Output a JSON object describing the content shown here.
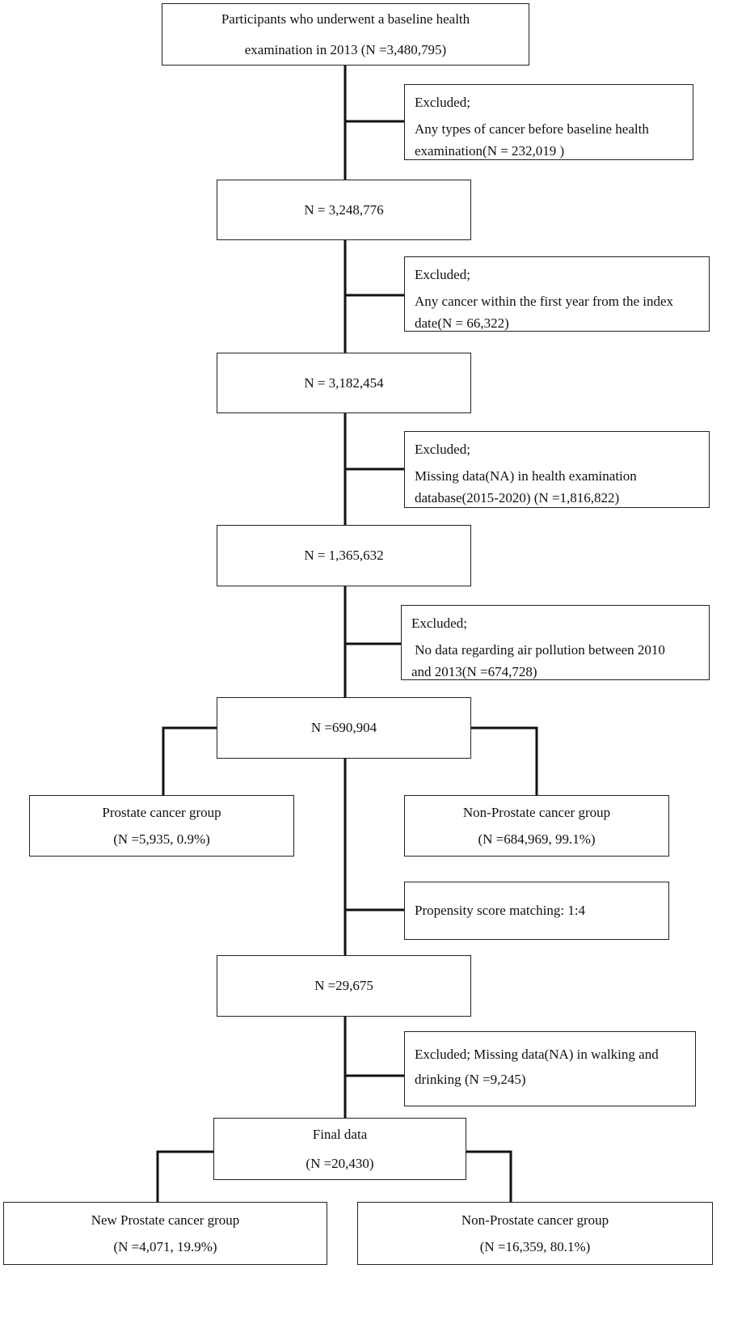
{
  "boxes": {
    "baseline": [
      "Participants who underwent a baseline health",
      "examination in 2013 (N =3,480,795)"
    ],
    "excl1": [
      "Excluded;",
      "Any types of cancer before baseline health",
      "examination(N = 232,019  )"
    ],
    "n1": [
      "N = 3,248,776"
    ],
    "excl2": [
      "Excluded;",
      "Any cancer within the first year from the index",
      "date(N = 66,322)"
    ],
    "n2": [
      "N = 3,182,454"
    ],
    "excl3": [
      "Excluded;",
      "Missing data(NA) in health examination",
      "database(2015-2020)  (N =1,816,822)"
    ],
    "n3": [
      "N = 1,365,632"
    ],
    "excl4": [
      "Excluded;",
      " No data regarding air pollution between 2010",
      "and 2013(N =674,728)"
    ],
    "n4": [
      "N =690,904"
    ],
    "prostate": [
      "Prostate cancer group",
      "(N =5,935,  0.9%)"
    ],
    "nonprostate": [
      "Non-Prostate cancer group",
      "(N =684,969,  99.1%)"
    ],
    "psm": [
      "Propensity score matching: 1:4"
    ],
    "n5": [
      "N =29,675"
    ],
    "excl5": [
      "Excluded; Missing data(NA) in walking and",
      "drinking (N =9,245)"
    ],
    "final": [
      "Final data",
      "(N =20,430)"
    ],
    "newprostate": [
      "New Prostate cancer group",
      "(N =4,071,  19.9%)"
    ],
    "nonprostate2": [
      "Non-Prostate cancer group",
      "(N =16,359,  80.1%)"
    ]
  }
}
